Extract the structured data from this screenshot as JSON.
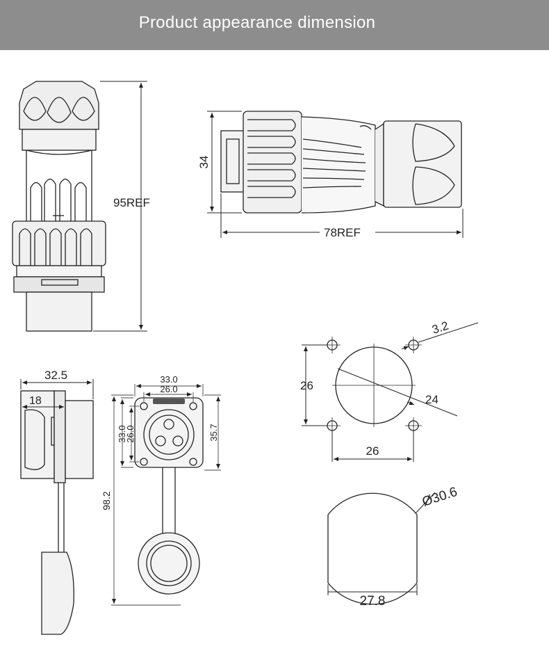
{
  "header": {
    "title": "Product appearance dimension"
  },
  "dimensions": {
    "plug_height": "95REF",
    "plug_length": "78REF",
    "plug_diameter": "34",
    "socket_depth": "32.5",
    "flange_depth": "18",
    "flange_width_outer": "33.0",
    "flange_width_hole": "26.0",
    "flange_height_outer": "33.0",
    "flange_height_hole": "26.0",
    "flange_height_total": "35.7",
    "overall_length": "98.2",
    "panel_hole_pitch_v": "26",
    "panel_hole_pitch_h": "26",
    "mount_hole_dia": "3.2",
    "panel_hole_dia": "24",
    "cutout_dia": "Ø30.6",
    "cutout_flat": "27.8"
  },
  "colors": {
    "header_bg": "#8d8d8d",
    "line": "#222222"
  }
}
